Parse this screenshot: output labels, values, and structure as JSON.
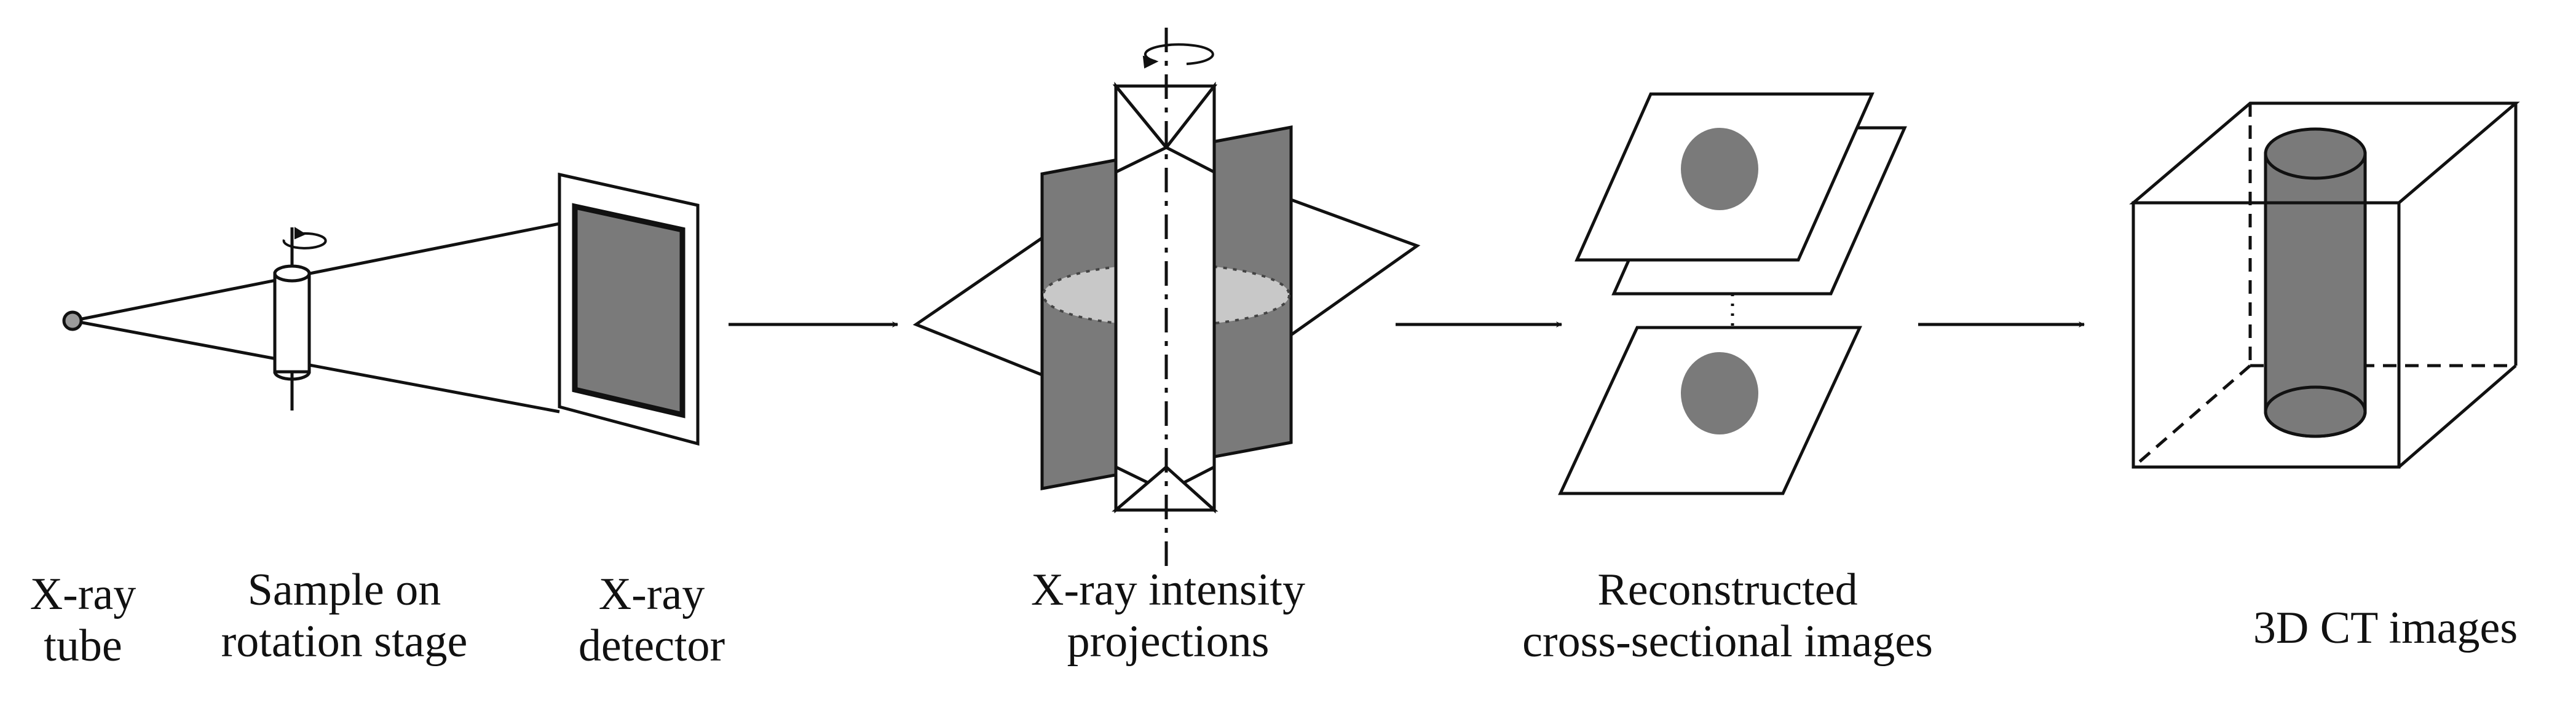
{
  "labels": {
    "xray_tube": [
      "X-ray",
      "tube"
    ],
    "sample": [
      "Sample on",
      "rotation stage"
    ],
    "detector": [
      "X-ray",
      "detector"
    ],
    "projections": [
      "X-ray intensity",
      "projections"
    ],
    "reconstructed": [
      "Reconstructed",
      "cross-sectional images"
    ],
    "ct": [
      "3D CT images"
    ]
  },
  "colors": {
    "line": "#111111",
    "gray_fill": "#7a7a7a",
    "light_gray": "#c8c8c8",
    "background": "#ffffff"
  }
}
